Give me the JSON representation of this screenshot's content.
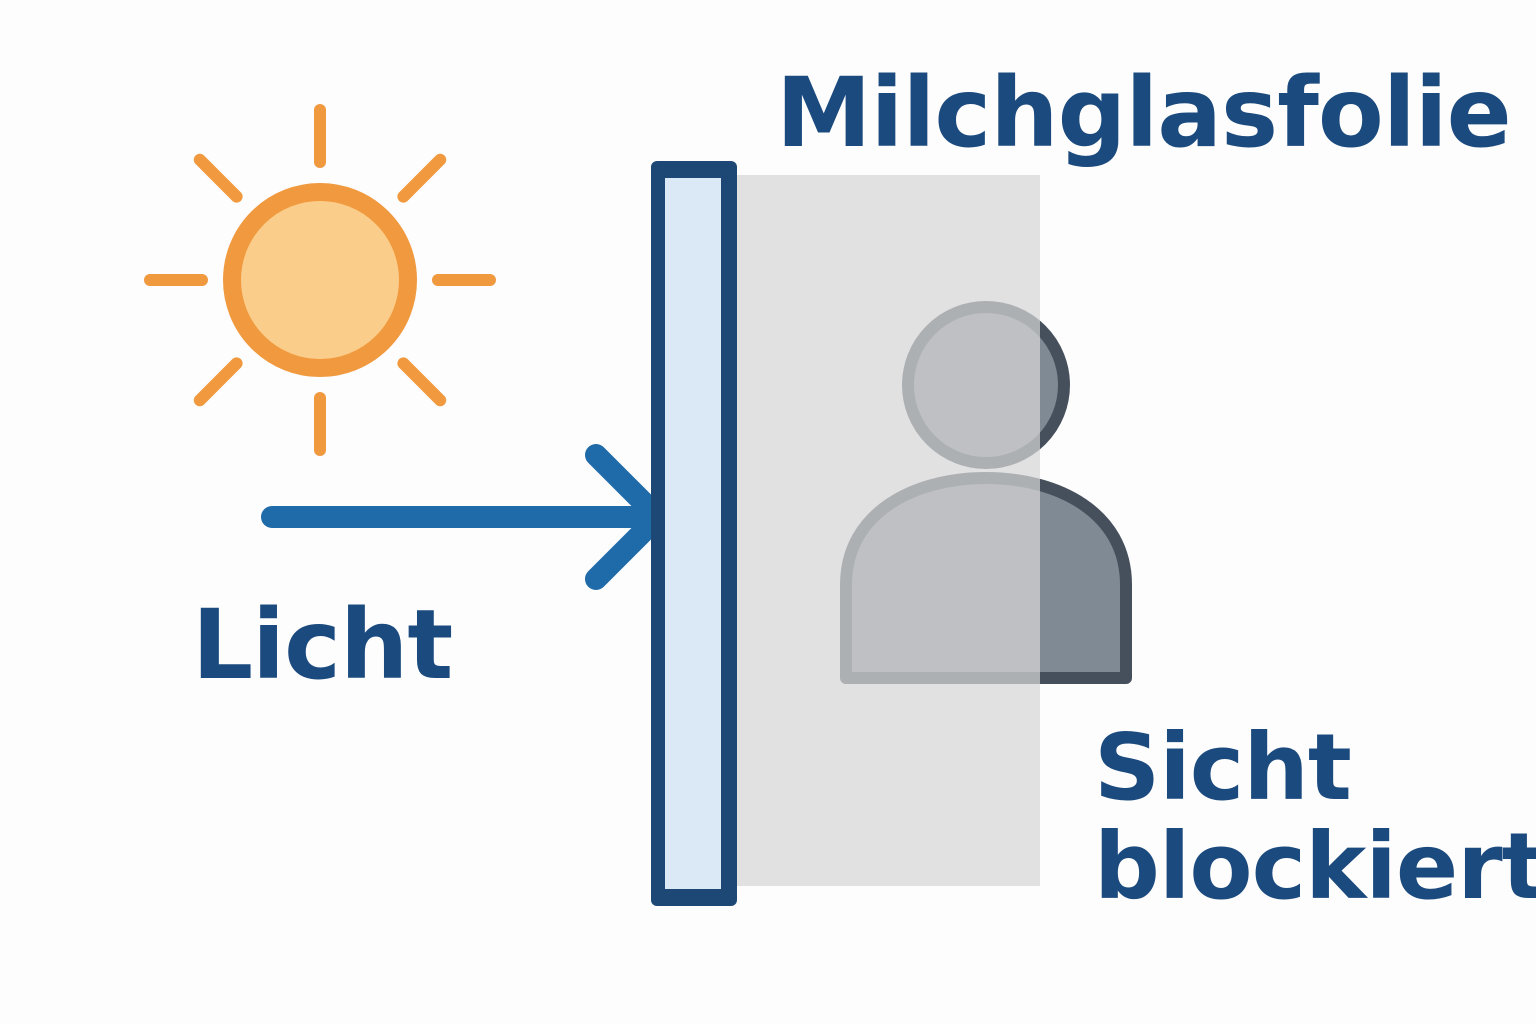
{
  "labels": {
    "film": "Milchglasfolie",
    "light": "Licht",
    "sight_line1": "Sicht",
    "sight_line2": "blockiert"
  },
  "icons": [
    "sun-icon",
    "light-arrow-icon",
    "window-pane-icon",
    "frosted-film-panel",
    "person-icon"
  ],
  "colors": {
    "text": "#1b4a7e",
    "sun_fill": "#fbcd8a",
    "sun_stroke": "#f0993e",
    "arrow": "#1f6aa8",
    "glass_fill": "#dbe9f7",
    "frame": "#1d4876",
    "film": "#d6d6d6",
    "person_fill": "#808a94",
    "person_stroke": "#46505c"
  }
}
